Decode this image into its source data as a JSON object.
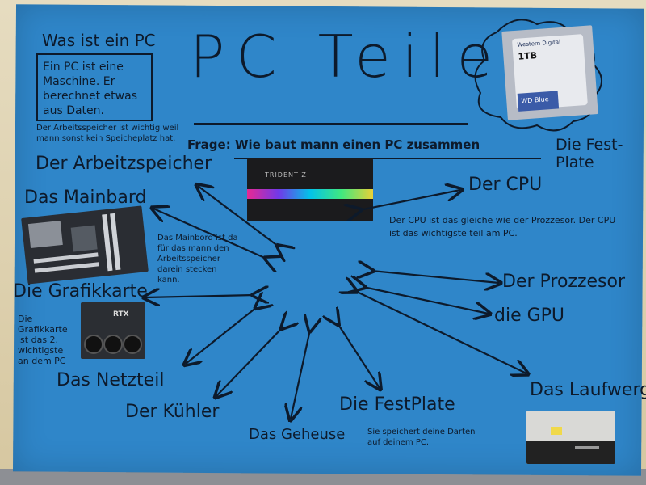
{
  "poster": {
    "title": "PC Teile",
    "what_is_pc": {
      "heading": "Was ist ein PC",
      "box_text": "Ein PC ist eine Maschine. Er berechnet etwas aus Daten."
    },
    "arbeitsspeicher_note": "Der Arbeitsspeicher ist wichtig weil mann sonst kein Speicheplatz hat.",
    "question": "Frage: Wie baut mann einen PC zusammen",
    "labels": {
      "arbeitsspeicher": "Der Arbeitzspeicher",
      "mainboard": "Das Mainbard",
      "grafikkarte": "Die Grafikkarte",
      "netzteil": "Das Netzteil",
      "kuehler": "Der Kühler",
      "gehaeuse": "Das Geheuse",
      "festplatte_bottom": "Die FestPlate",
      "laufwerk": "Das Laufwerg",
      "gpu": "die GPU",
      "prozessor": "Der Prozzesor",
      "cpu": "Der CPU",
      "festplatte_top": "Die Fest-Plate"
    },
    "notes": {
      "mainboard": "Das Mainbord ist da für das mann den Arbeitsspeicher darein stecken kann.",
      "grafikkarte": "Die Grafikkarte ist das 2. wichtigste an dem PC",
      "cpu": "Der CPU ist das gleiche wie der Prozzesor. Der CPU ist das wichtigste teil am PC.",
      "festplatte": "Sie speichert deine Darten auf deinem PC."
    },
    "hdd_label": {
      "brand": "Western Digital",
      "capacity": "1TB",
      "model": "WD Blue"
    },
    "gpu_label": "RTX",
    "ram_label": "TRIDENT Z"
  },
  "colors": {
    "poster": "#2f86c9",
    "ink": "#0d1a2b"
  }
}
